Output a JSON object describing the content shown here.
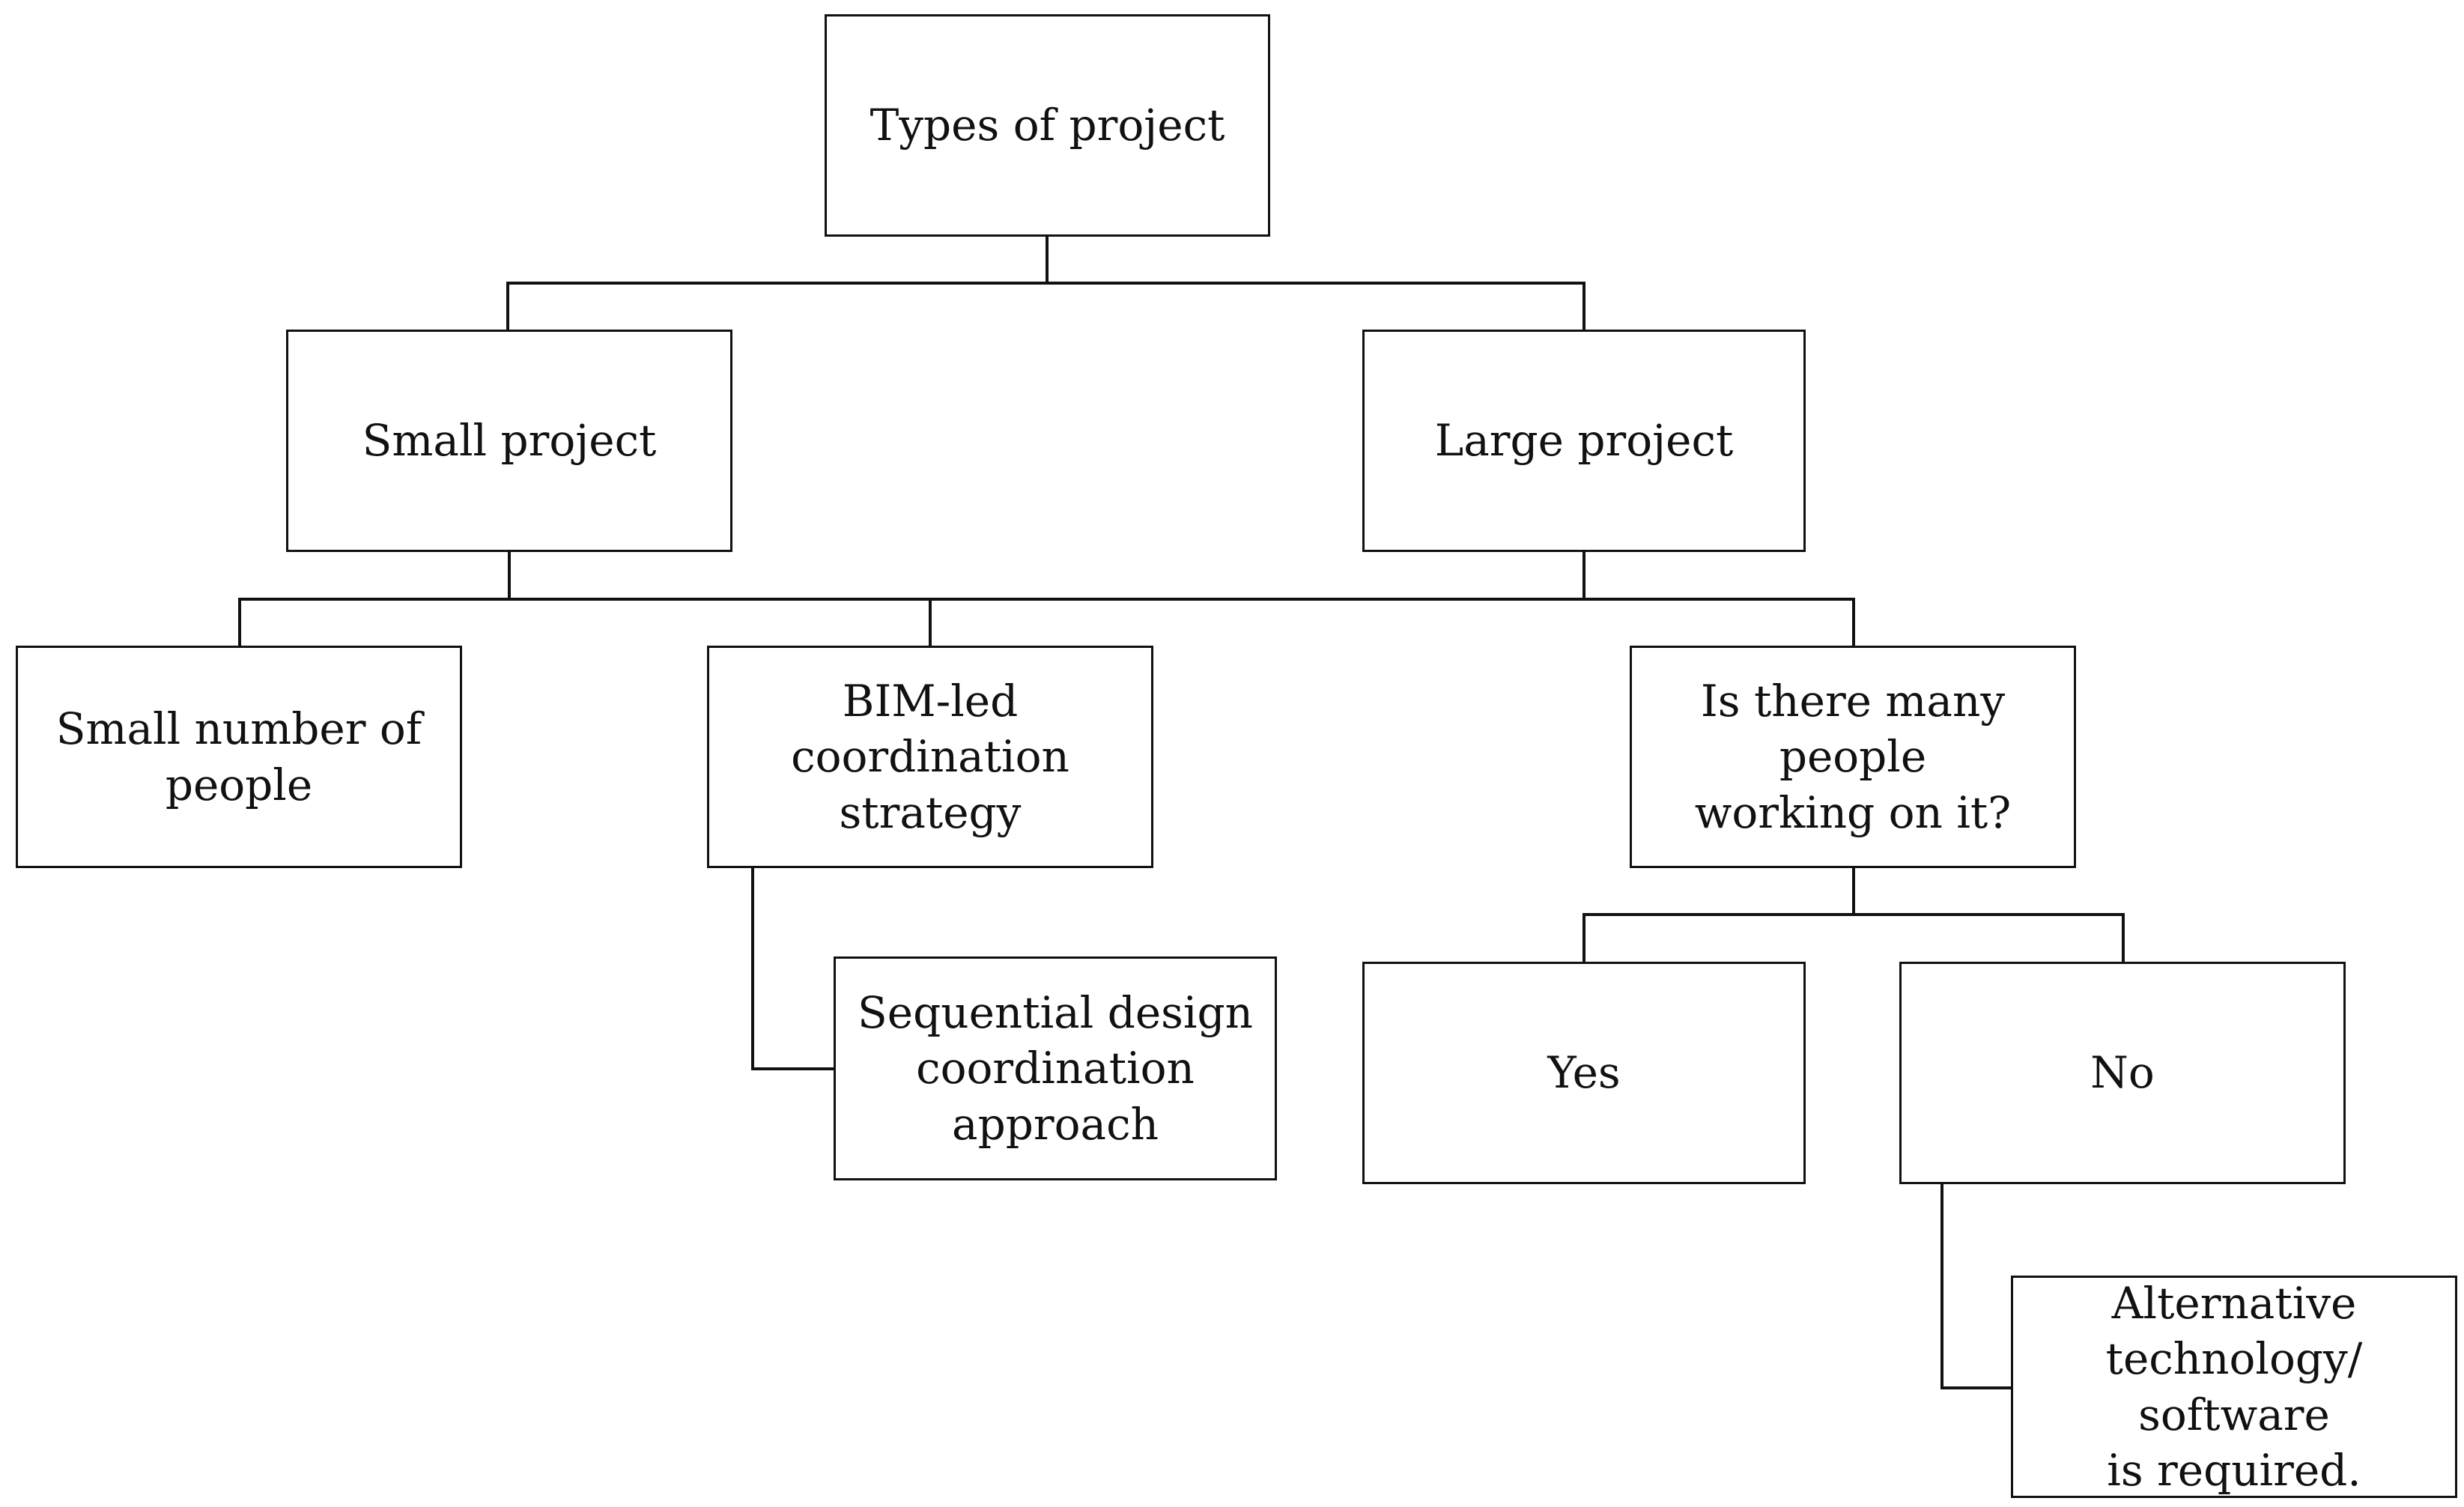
{
  "nodes": {
    "types_of_project": "Types of project",
    "small_project": "Small project",
    "large_project": "Large project",
    "small_number_of_people": [
      "Small number of",
      "people"
    ],
    "bim_led_strategy": [
      "BIM-led coordination",
      "strategy"
    ],
    "many_people_question": [
      "Is there many people",
      "working on it?"
    ],
    "sequential_design": [
      "Sequential design",
      "coordination",
      "approach"
    ],
    "yes": "Yes",
    "no": "No",
    "alternative_technology": [
      "Alternative",
      "technology/ software",
      "is required."
    ]
  }
}
